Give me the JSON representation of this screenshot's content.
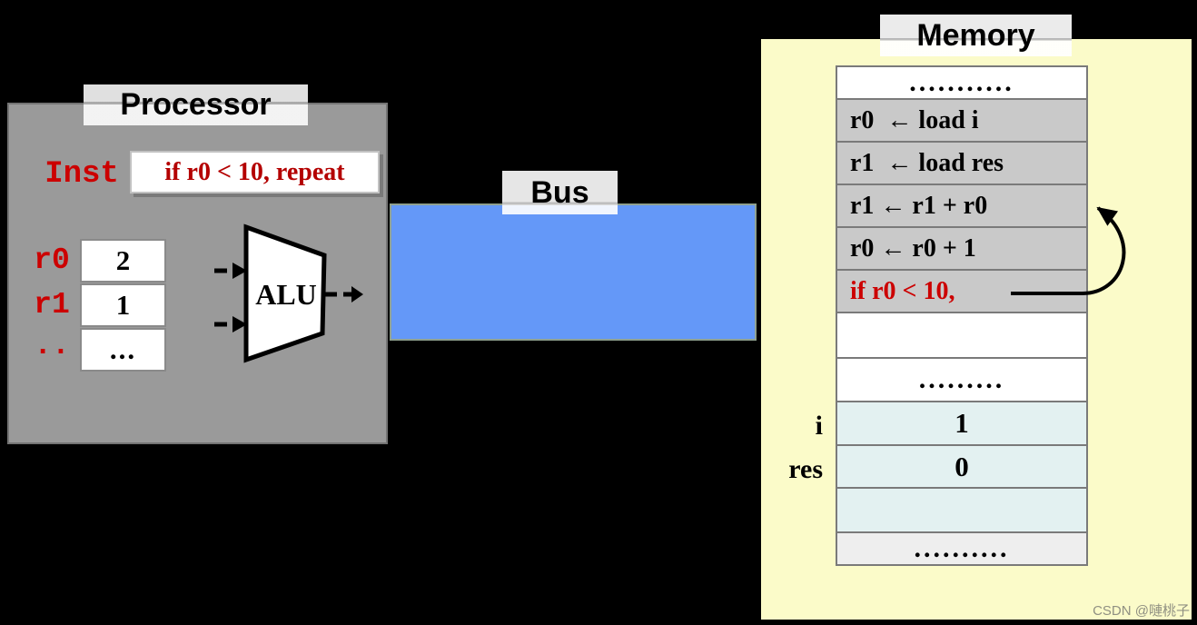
{
  "processor": {
    "title": "Processor",
    "inst_label": "Inst",
    "inst_value": "if r0 < 10, repeat",
    "registers": [
      {
        "name": "r0",
        "value": "2"
      },
      {
        "name": "r1",
        "value": "1"
      },
      {
        "name": "..",
        "value": "..."
      }
    ],
    "alu_label": "ALU"
  },
  "bus": {
    "title": "Bus"
  },
  "memory": {
    "title": "Memory",
    "rows": [
      {
        "text": "...........",
        "kind": "dots-top"
      },
      {
        "text": "r0  ← load i",
        "kind": "code"
      },
      {
        "text": "r1  ← load res",
        "kind": "code"
      },
      {
        "text": "r1 ← r1 + r0",
        "kind": "code"
      },
      {
        "text": "r0 ← r0 + 1",
        "kind": "code"
      },
      {
        "text": "if r0 < 10,",
        "kind": "code-red"
      },
      {
        "text": "",
        "kind": "empty-white"
      },
      {
        "text": ".........",
        "kind": "dots-mid"
      },
      {
        "text": "1",
        "kind": "data"
      },
      {
        "text": "0",
        "kind": "data"
      },
      {
        "text": "",
        "kind": "data-empty"
      },
      {
        "text": "..........",
        "kind": "dots-bottom"
      }
    ],
    "side_labels": [
      {
        "text": "i"
      },
      {
        "text": "res"
      }
    ]
  },
  "watermark": "CSDN @嗹桃子",
  "colors": {
    "background": "#000000",
    "processor_gray": "#9A9A9A",
    "bus_blue": "#6498F8",
    "memory_yellow": "#FBFBC9",
    "instruction_row_gray": "#C9C9C9",
    "data_row_cyan": "#E3F1F1",
    "bottom_row_gray": "#EEEEEE",
    "register_red": "#CC0000",
    "instruction_text_red": "#B40000"
  }
}
